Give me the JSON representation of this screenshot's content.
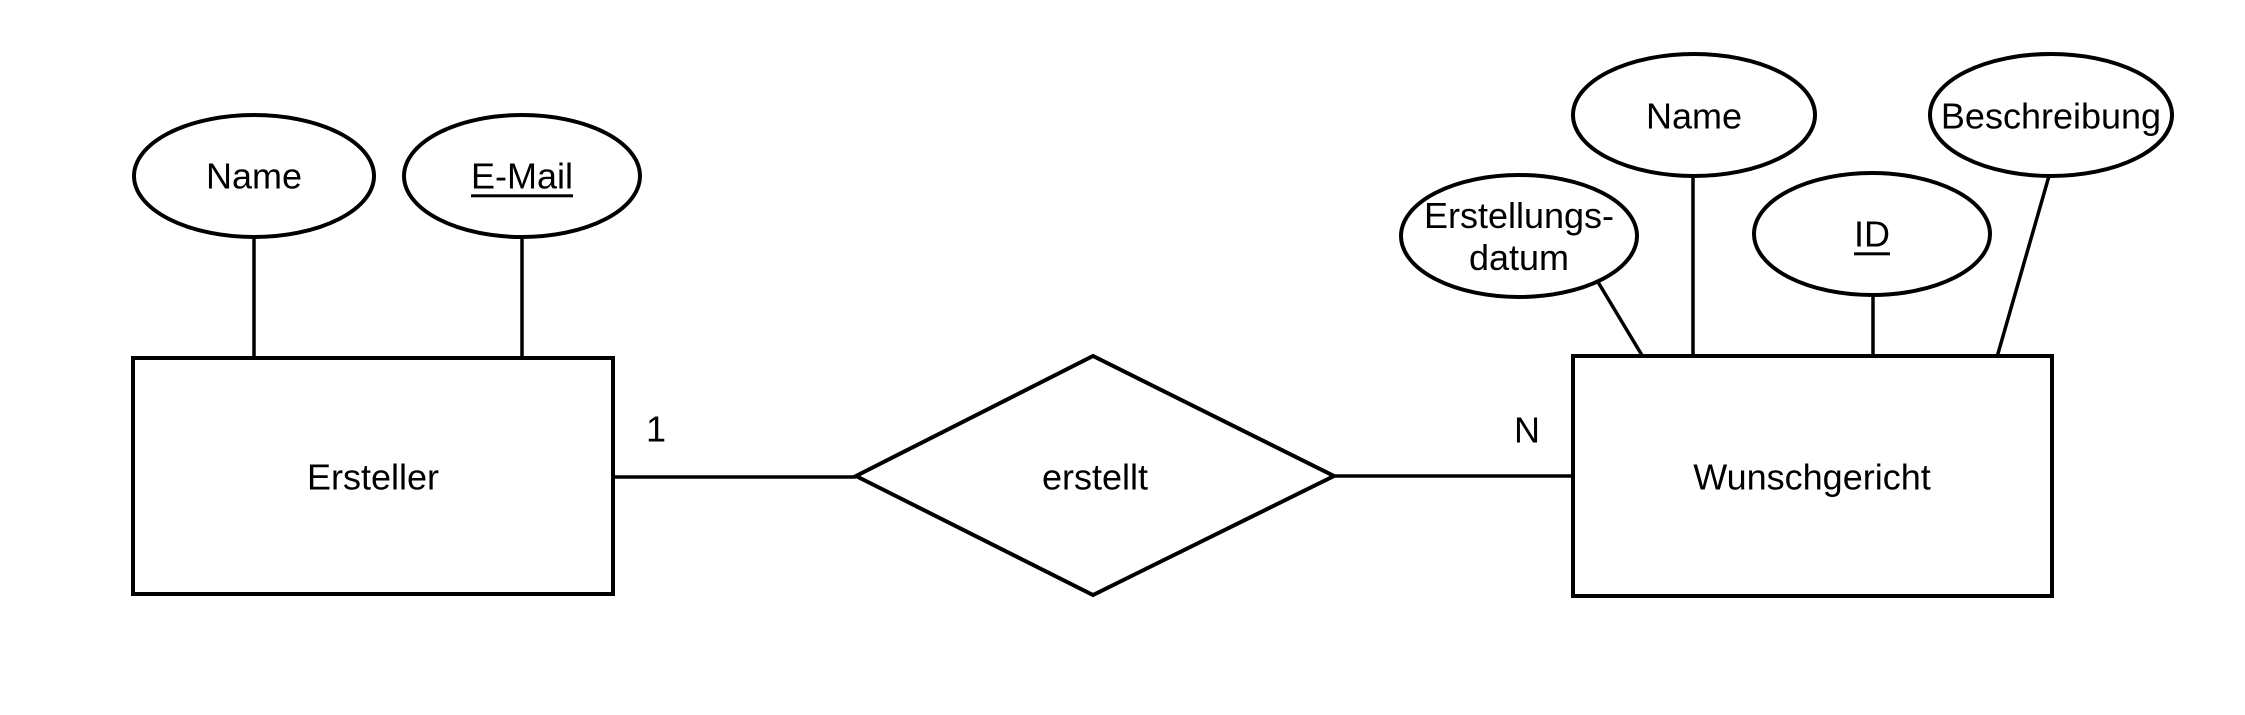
{
  "colors": {
    "background": "#ffffff",
    "stroke": "#000000",
    "text": "#000000"
  },
  "er_diagram": {
    "entities": [
      {
        "id": "ersteller",
        "label": "Ersteller",
        "attributes": [
          {
            "label": "Name",
            "primary_key": false
          },
          {
            "label": "E-Mail",
            "primary_key": true
          }
        ]
      },
      {
        "id": "wunschgericht",
        "label": "Wunschgericht",
        "attributes": [
          {
            "label": "Erstellungsdatum",
            "display_line1": "Erstellungs-",
            "display_line2": "datum",
            "primary_key": false
          },
          {
            "label": "Name",
            "primary_key": false
          },
          {
            "label": "ID",
            "primary_key": true
          },
          {
            "label": "Beschreibung",
            "primary_key": false
          }
        ]
      }
    ],
    "relationship": {
      "label": "erstellt",
      "cardinality_ersteller": "1",
      "cardinality_wunschgericht": "N"
    }
  }
}
